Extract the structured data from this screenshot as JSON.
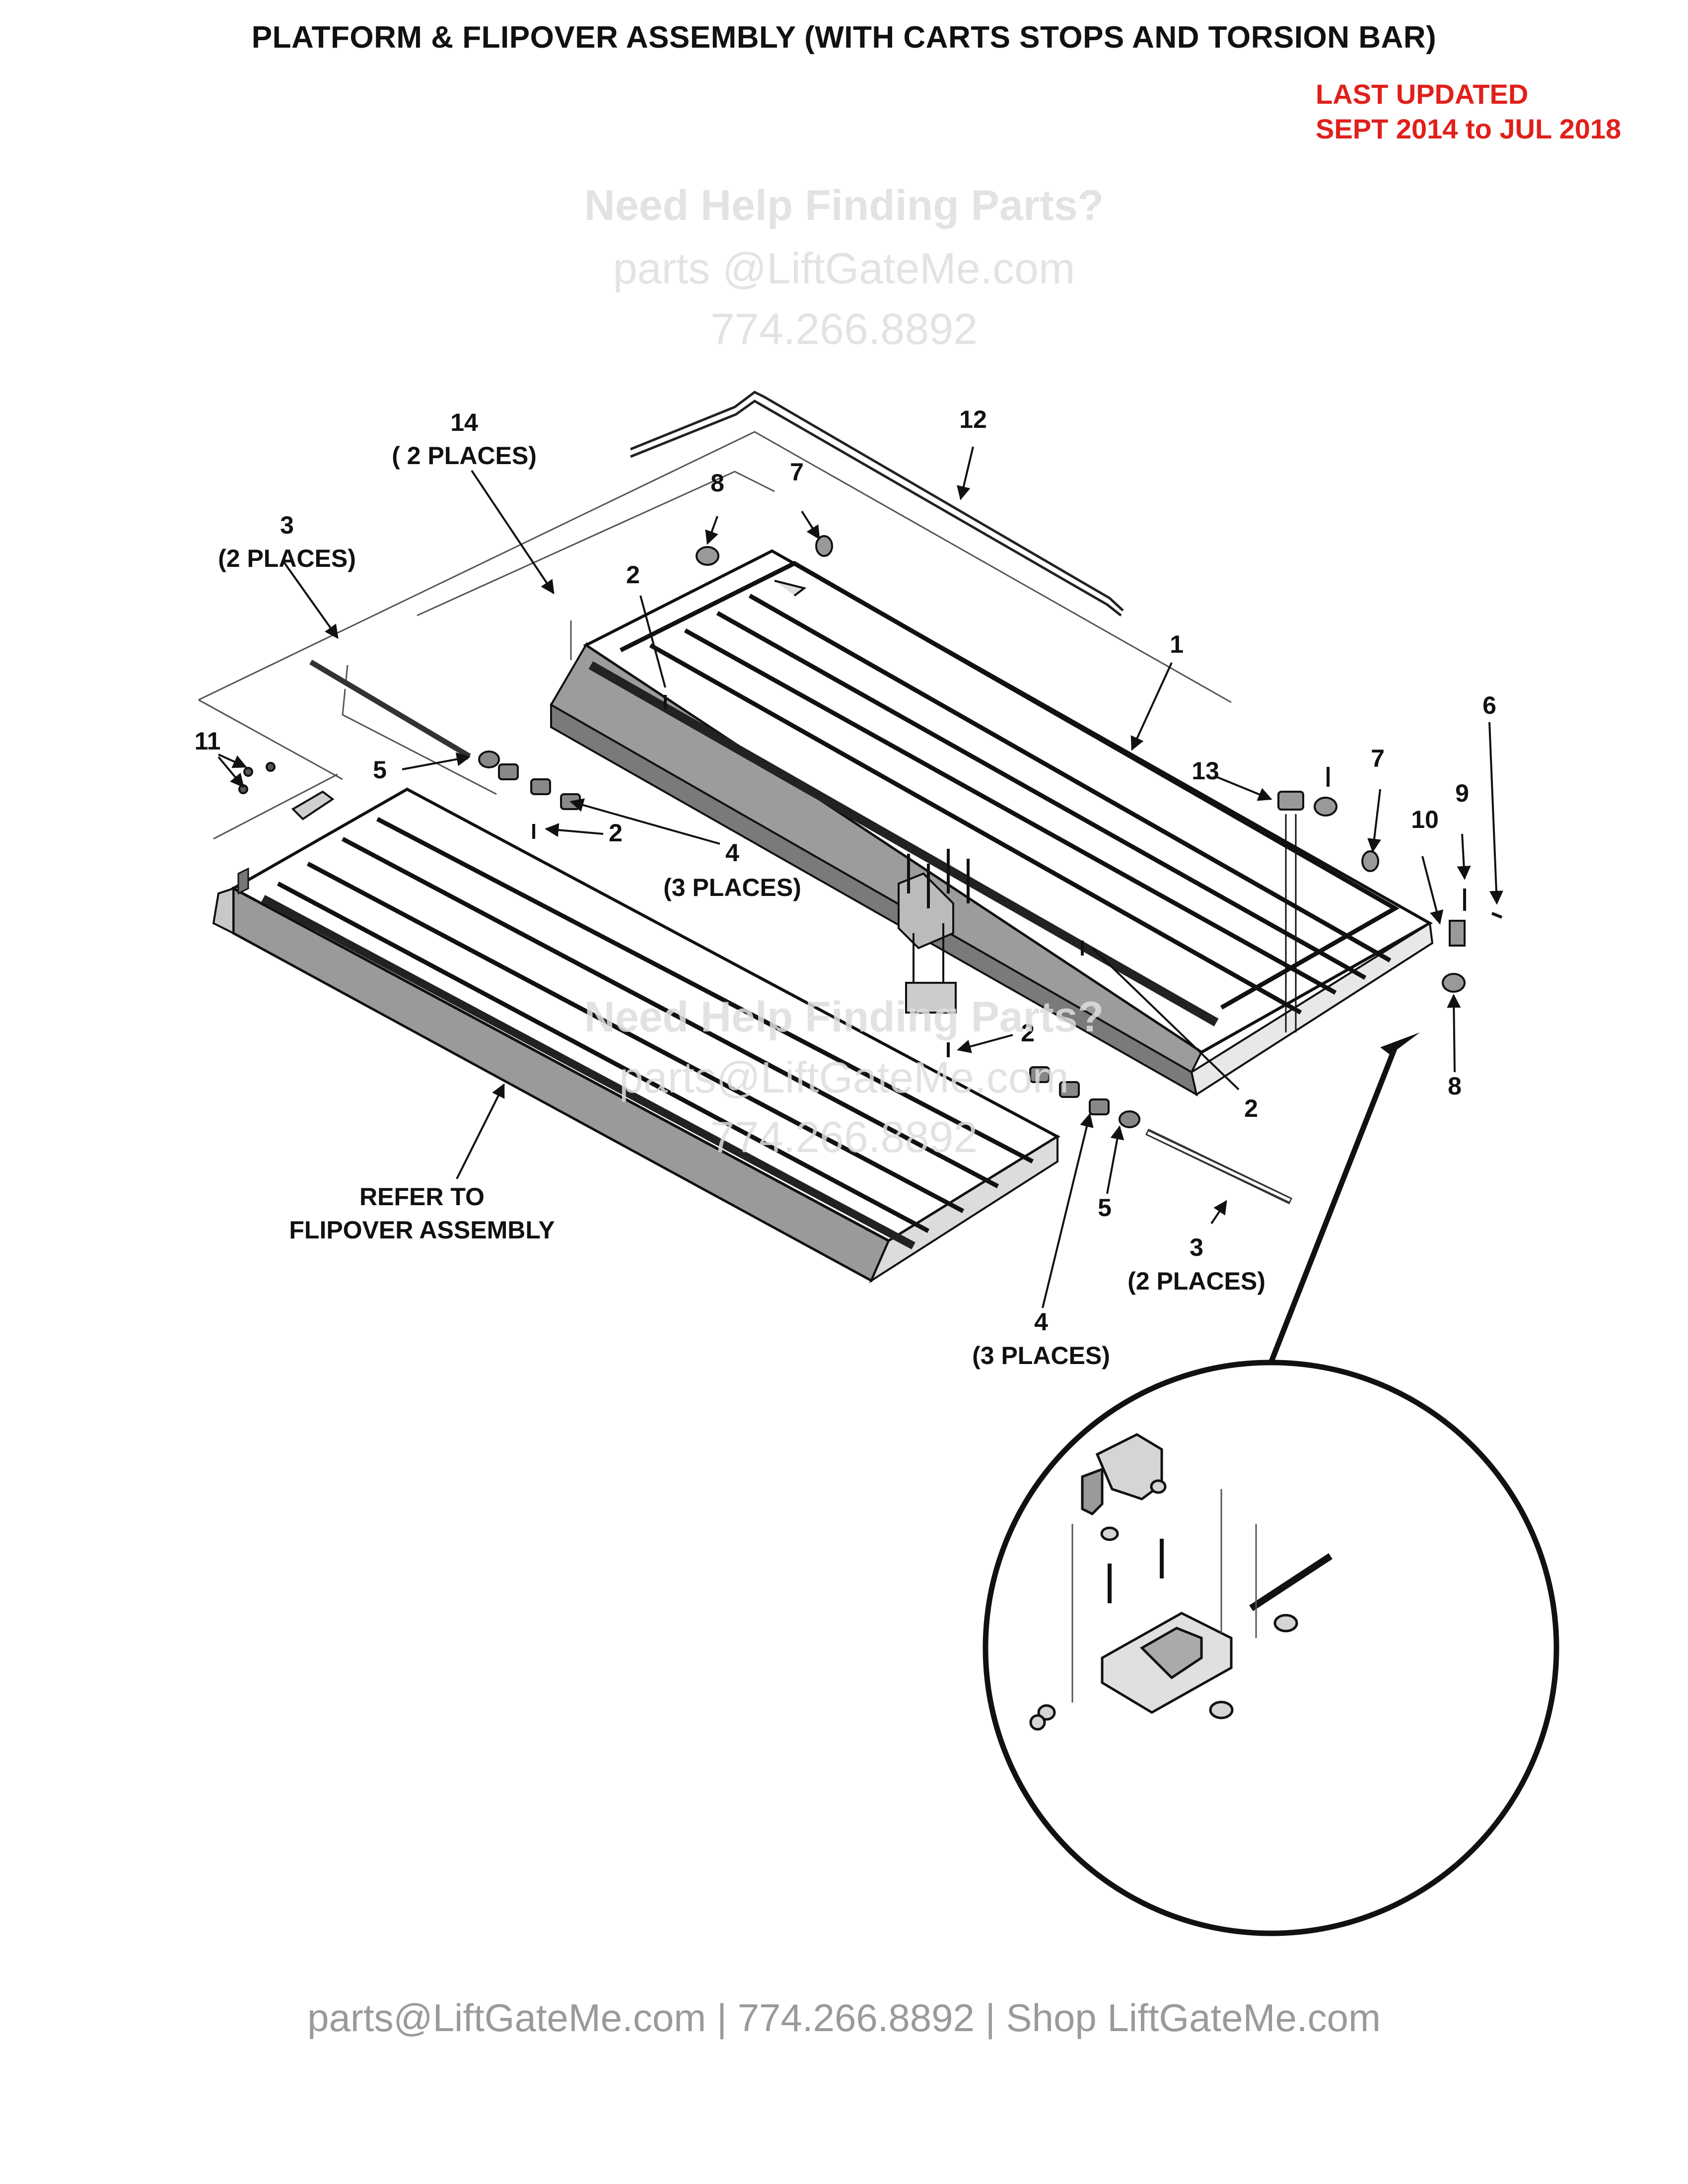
{
  "title": "PLATFORM & FLIPOVER ASSEMBLY (WITH CARTS STOPS AND TORSION BAR)",
  "last_updated": {
    "line1": "LAST UPDATED",
    "line2": "SEPT 2014 to JUL 2018",
    "color": "#e0201b"
  },
  "watermark": {
    "heading": "Need Help Finding Parts?",
    "email": "parts @LiftGateMe.com",
    "phone": "774.266.8892"
  },
  "watermark_center": {
    "heading": "Need Help Finding Parts?",
    "email": "parts@LiftGateMe.com",
    "phone": "774.266.8892"
  },
  "callouts": {
    "c14": "14",
    "c14_note": "( 2 PLACES)",
    "c12": "12",
    "c8_top": "8",
    "c7_top": "7",
    "c3_left": "3",
    "c3_left_note": "(2 PLACES)",
    "c2_a": "2",
    "c1": "1",
    "c6": "6",
    "c11": "11",
    "c5_left": "5",
    "c13": "13",
    "c7_right": "7",
    "c9": "9",
    "c10": "10",
    "c2_b": "2",
    "c4_left": "4",
    "c4_left_note": "(3 PLACES)",
    "c2_c": "2",
    "c2_d": "2",
    "c8_right": "8",
    "c5_right": "5",
    "c3_right": "3",
    "c3_right_note": "(2 PLACES)",
    "c4_right": "4",
    "c4_right_note": "(3 PLACES)",
    "refer_line1": "REFER TO",
    "refer_line2": "FLIPOVER ASSEMBLY"
  },
  "footer": "parts@LiftGateMe.com | 774.266.8892 | Shop LiftGateMe.com"
}
